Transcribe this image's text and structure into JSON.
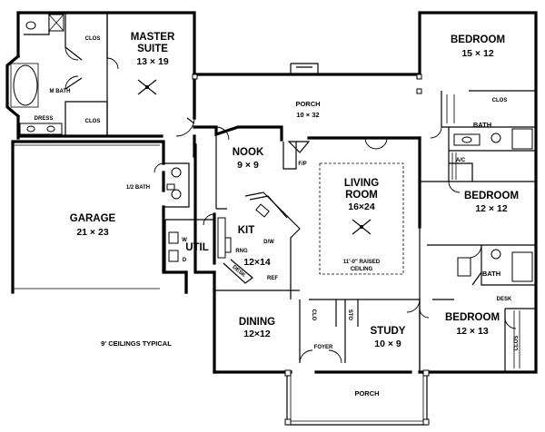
{
  "rooms": {
    "master_suite": {
      "name_line1": "MASTER",
      "name_line2": "SUITE",
      "dims": "13 × 19"
    },
    "porch_rear": {
      "name": "PORCH",
      "dims": "10 × 32"
    },
    "bedroom_top": {
      "name": "BEDROOM",
      "dims": "15 × 12"
    },
    "bedroom_mid": {
      "name": "BEDROOM",
      "dims": "12 × 12"
    },
    "bedroom_bottom": {
      "name": "BEDROOM",
      "dims": "12 × 13"
    },
    "nook": {
      "name": "NOOK",
      "dims": "9 × 9"
    },
    "living_room": {
      "name_line1": "LIVING",
      "name_line2": "ROOM",
      "dims": "16×24"
    },
    "garage": {
      "name": "GARAGE",
      "dims": "21 × 23"
    },
    "kitchen": {
      "name": "KIT",
      "dims": "12×14"
    },
    "dining": {
      "name": "DINING",
      "dims": "12×12"
    },
    "study": {
      "name": "STUDY",
      "dims": "10 × 9"
    },
    "porch_front": {
      "name": "PORCH"
    }
  },
  "small_labels": {
    "clos_master_top": "CLOS",
    "clos_master_bottom": "CLOS",
    "m_bath": "M BATH",
    "dress": "DRESS",
    "half_bath": "1/2 BATH",
    "util": "UTIL",
    "w": "W",
    "d": "D",
    "fp": "F/P",
    "dw": "D/W",
    "ref": "REF",
    "desk_kitchen": "DESK",
    "rng": "RNG",
    "clos_bed_top": "CLOS",
    "bath_1": "BATH",
    "ac": "A/C",
    "bath_2": "BATH",
    "desk_bed": "DESK",
    "clos_bed_bottom": "CLOS",
    "clo_left": "CLO",
    "sto": "STO",
    "foyer": "FOYER"
  },
  "notes": {
    "raised_line1": "11'-0\" RAISED",
    "raised_line2": "CEILING",
    "ceilings": "9' CEILINGS TYPICAL"
  }
}
